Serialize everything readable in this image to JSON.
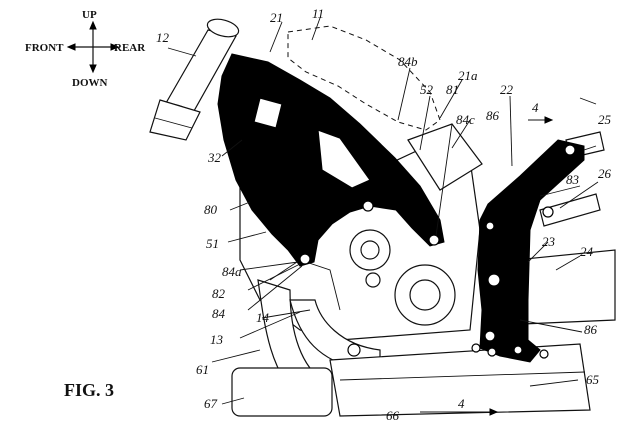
{
  "figure": {
    "caption": "FIG. 3"
  },
  "directions": {
    "up": "UP",
    "down": "DOWN",
    "front": "FRONT",
    "rear": "REAR"
  },
  "labels": {
    "l11": "11",
    "l12": "12",
    "l13": "13",
    "l14": "14",
    "l21": "21",
    "l21a": "21a",
    "l22": "22",
    "l23": "23",
    "l24": "24",
    "l25": "25",
    "l26": "26",
    "l32": "32",
    "l51": "51",
    "l52": "52",
    "l61": "61",
    "l65": "65",
    "l66": "66",
    "l67": "67",
    "l80": "80",
    "l81": "81",
    "l82": "82",
    "l83": "83",
    "l84": "84",
    "l84a": "84a",
    "l84b": "84b",
    "l84c": "84c",
    "l86a": "86",
    "l86b": "86",
    "sec_top": "4",
    "sec_bottom": "4"
  }
}
